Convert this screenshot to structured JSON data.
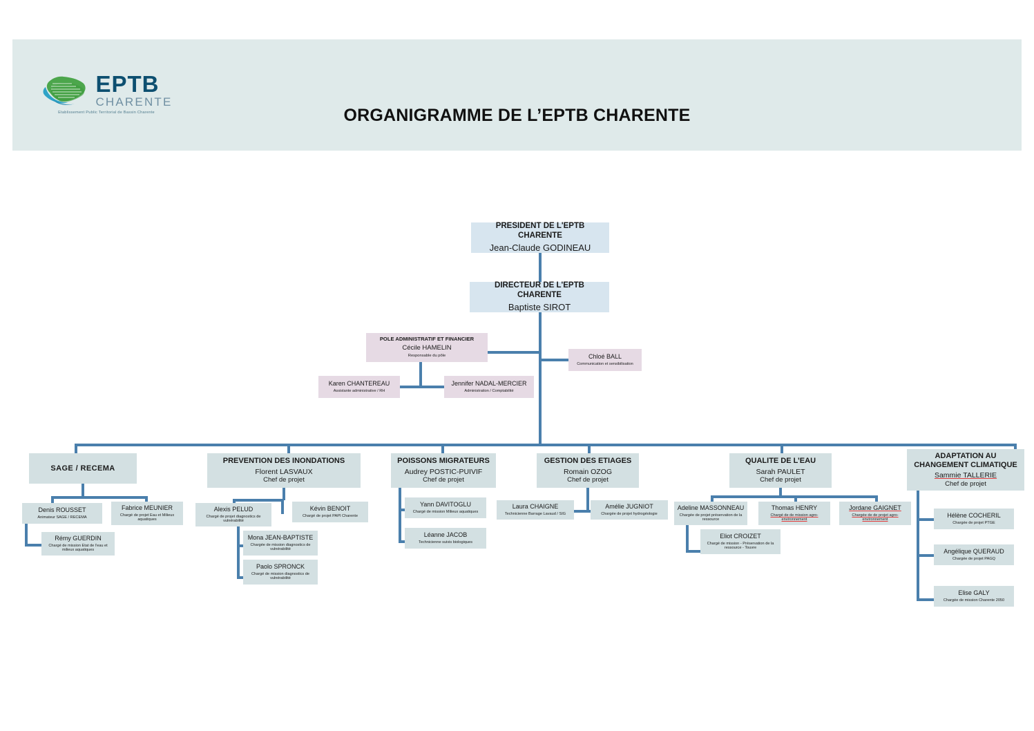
{
  "header": {
    "logo": {
      "brand": "EPTB",
      "sub_brand": "CHARENTE",
      "tagline": "Etablissement Public Territorial de Bassin Charente"
    },
    "title": "ORGANIGRAMME DE L’EPTB CHARENTE"
  },
  "colors": {
    "banner_bg": "#dfeaea",
    "box_blue": "#d7e5ef",
    "box_bluegrey": "#d3e0e2",
    "box_pink": "#e6dae4",
    "connector": "#4a7fac",
    "logo_blue": "#0d4f70"
  },
  "top": {
    "president": {
      "title": "PRESIDENT DE L'EPTB CHARENTE",
      "name": "Jean-Claude GODINEAU"
    },
    "director": {
      "title": "DIRECTEUR DE L'EPTB CHARENTE",
      "name": "Baptiste SIROT"
    }
  },
  "admin_pole": {
    "title": "POLE ADMINISTRATIF ET FINANCIER",
    "name": "Cécile HAMELIN",
    "role": "Responsable du pôle",
    "members": [
      {
        "name": "Karen CHANTEREAU",
        "role": "Assistante administrative / RH"
      },
      {
        "name": "Jennifer NADAL-MERCIER",
        "role": "Administration / Comptabilité"
      }
    ]
  },
  "communication": {
    "name": "Chloé BALL",
    "role": "Communication et sensibilisation"
  },
  "departments": [
    {
      "title": "SAGE / RECEMA",
      "lead_name": "",
      "lead_role": "",
      "members": [
        {
          "name": "Denis ROUSSET",
          "role": "Animateur SAGE / RECEMA"
        },
        {
          "name": "Fabrice MEUNIER",
          "role": "Chargé de projet Eau et Milieux aquatiques"
        },
        {
          "name": "Rémy GUERDIN",
          "role": "Chargé de mission Etat de l'eau et milieux aquatiques"
        }
      ]
    },
    {
      "title": "PREVENTION DES INONDATIONS",
      "lead_name": "Florent LASVAUX",
      "lead_role": "Chef de projet",
      "members": [
        {
          "name": "Alexis PELUD",
          "role": "Chargé de projet diagnostics de vulnérabilité"
        },
        {
          "name": "Kévin BENOIT",
          "role": "Chargé de projet PAPI Charente"
        },
        {
          "name": "Mona JEAN-BAPTISTE",
          "role": "Chargée de mission diagnostics de vulnérabilité"
        },
        {
          "name": "Paolo SPRONCK",
          "role": "Chargé de mission diagnostics de vulnérabilité"
        }
      ]
    },
    {
      "title": "POISSONS MIGRATEURS",
      "lead_name": "Audrey POSTIC-PUIVIF",
      "lead_role": "Chef de projet",
      "members": [
        {
          "name": "Yann DAVITOGLU",
          "role": "Chargé de mission Milieux aquatiques"
        },
        {
          "name": "Léanne JACOB",
          "role": "Technicienne suivis biologiques"
        }
      ]
    },
    {
      "title": "GESTION DES ETIAGES",
      "lead_name": "Romain OZOG",
      "lead_role": "Chef de projet",
      "members": [
        {
          "name": "Laura CHAIGNE",
          "role": "Technicienne Barrage Lavaud / SIG"
        },
        {
          "name": "Amélie JUGNIOT",
          "role": "Chargée de projet hydrogéologie"
        }
      ]
    },
    {
      "title": "QUALITE DE L’EAU",
      "lead_name": "Sarah PAULET",
      "lead_role": "Chef de projet",
      "members": [
        {
          "name": "Adeline MASSONNEAU",
          "role": "Chargée de projet préservation de la ressource"
        },
        {
          "name": "Thomas HENRY",
          "role": "Chargé de de mission agro-environnement"
        },
        {
          "name": "Jordane GAIGNET",
          "role": "Chargée de de projet agro-environnement"
        },
        {
          "name": "Eliot CROIZET",
          "role": "Chargé de mission - Préservation de la ressource - Touvre"
        }
      ]
    },
    {
      "title": "ADAPTATION AU CHANGEMENT CLIMATIQUE",
      "lead_name": "Sammie TALLERIE",
      "lead_role": "Chef de projet",
      "members": [
        {
          "name": "Hélène COCHERIL",
          "role": "Chargée de projet PTGE"
        },
        {
          "name": "Angélique QUERAUD",
          "role": "Chargée de projet PAGQ"
        },
        {
          "name": "Elise GALY",
          "role": "Chargée de mission Charente 2050"
        }
      ]
    }
  ]
}
